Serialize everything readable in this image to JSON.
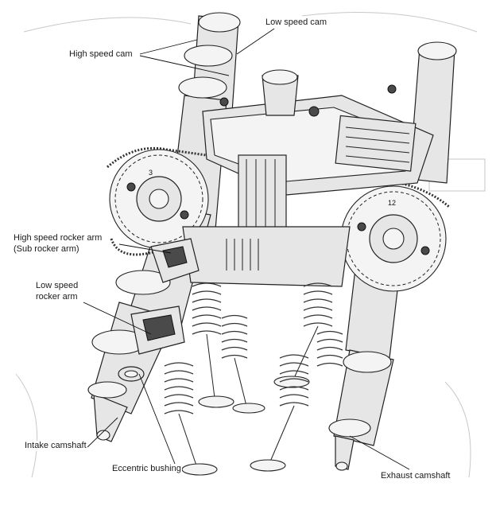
{
  "labels": {
    "low_speed_cam": "Low speed cam",
    "high_speed_cam": "High speed cam",
    "high_speed_rocker_arm_line1": "High speed rocker arm",
    "high_speed_rocker_arm_line2": "(Sub rocker arm)",
    "low_speed_rocker_arm_line1": "Low speed",
    "low_speed_rocker_arm_line2": "rocker arm",
    "intake_camshaft": "Intake camshaft",
    "eccentric_bushing": "Eccentric bushing",
    "exhaust_camshaft": "Exhaust camshaft"
  },
  "sprocket_marks": {
    "left": "3",
    "right": "12"
  },
  "colors": {
    "ink": "#222222",
    "metal": "#e6e6e6",
    "shadow": "#4a4a4a",
    "paper": "#ffffff"
  }
}
